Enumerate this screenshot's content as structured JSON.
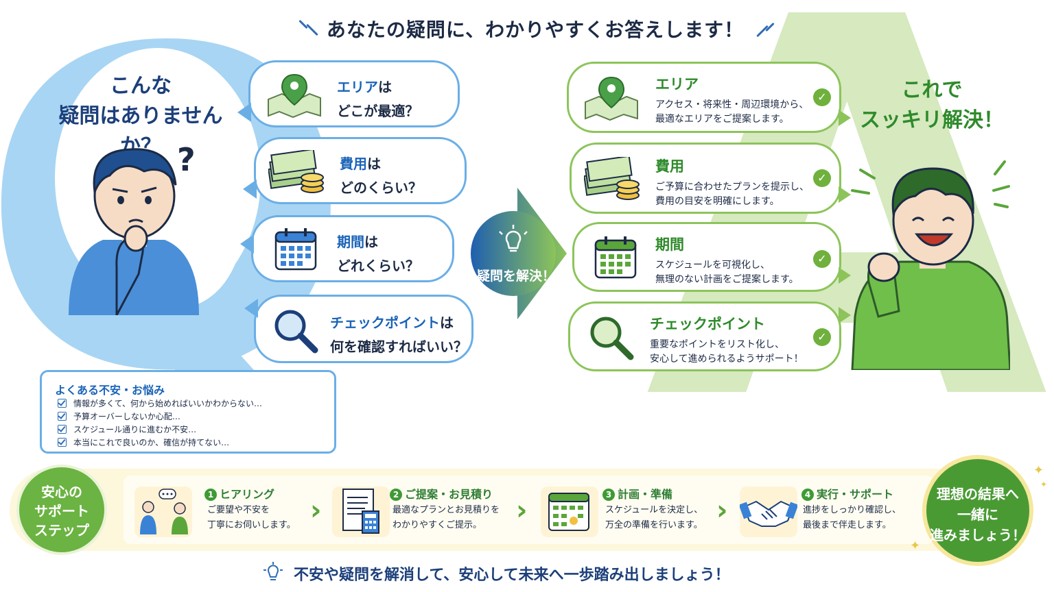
{
  "headline": "あなたの疑問に、わかりやすくお答えします！",
  "big_letters": {
    "q": "Q",
    "a": "A"
  },
  "question_side": {
    "title_line1": "こんな",
    "title_line2": "疑問はありませんか？",
    "bubbles": [
      {
        "icon": "map-pin-icon",
        "key": "エリア",
        "suffix": "は",
        "line2": "どこが最適？"
      },
      {
        "icon": "money-icon",
        "key": "費用",
        "suffix": "は",
        "line2": "どのくらい？"
      },
      {
        "icon": "calendar-icon",
        "key": "期間",
        "suffix": "は",
        "line2": "どれくらい？"
      },
      {
        "icon": "magnifier-icon",
        "key": "チェックポイント",
        "suffix": "は",
        "line2": "何を確認すればいい？"
      }
    ]
  },
  "center": {
    "label": "疑問を解決！"
  },
  "answer_side": {
    "title_line1": "これで",
    "title_line2": "スッキリ解決！",
    "bubbles": [
      {
        "icon": "map-pin-icon",
        "title": "エリア",
        "line1": "アクセス・将来性・周辺環境から、",
        "line2": "最適なエリアをご提案します。"
      },
      {
        "icon": "money-icon",
        "title": "費用",
        "line1": "ご予算に合わせたプランを提示し、",
        "line2": "費用の目安を明確にします。"
      },
      {
        "icon": "calendar-icon",
        "title": "期間",
        "line1": "スケジュールを可視化し、",
        "line2": "無理のない計画をご提案します。"
      },
      {
        "icon": "magnifier-icon",
        "title": "チェックポイント",
        "line1": "重要なポイントをリスト化し、",
        "line2": "安心して進められるようサポート！"
      }
    ]
  },
  "worries": {
    "title": "よくある不安・お悩み",
    "items": [
      "情報が多くて、何から始めればいいかわからない…",
      "予算オーバーしないか心配…",
      "スケジュール通りに進むか不安…",
      "本当にこれで良いのか、確信が持てない…"
    ]
  },
  "steps": {
    "label_lines": [
      "安心の",
      "サポート",
      "ステップ"
    ],
    "items": [
      {
        "num": "1",
        "title": "ヒアリング",
        "icon": "conversation-icon",
        "line1": "ご要望や不安を",
        "line2": "丁寧にお伺いします。"
      },
      {
        "num": "2",
        "title": "ご提案・お見積り",
        "icon": "document-calculator-icon",
        "line1": "最適なプランとお見積りを",
        "line2": "わかりやすくご提示。"
      },
      {
        "num": "3",
        "title": "計画・準備",
        "icon": "schedule-icon",
        "line1": "スケジュールを決定し、",
        "line2": "万全の準備を行います。"
      },
      {
        "num": "4",
        "title": "実行・サポート",
        "icon": "handshake-icon",
        "line1": "進捗をしっかり確認し、",
        "line2": "最後まで伴走します。"
      }
    ],
    "goal_lines": [
      "理想の結果へ",
      "一緒に",
      "進みましょう！"
    ]
  },
  "footer": "不安や疑問を解消して、安心して未来へ一歩踏み出しましょう！",
  "colors": {
    "blue": "#1a63b8",
    "green": "#2e8a2a",
    "q_letter": "#8cc7f0",
    "a_letter": "#cfe6b4"
  }
}
